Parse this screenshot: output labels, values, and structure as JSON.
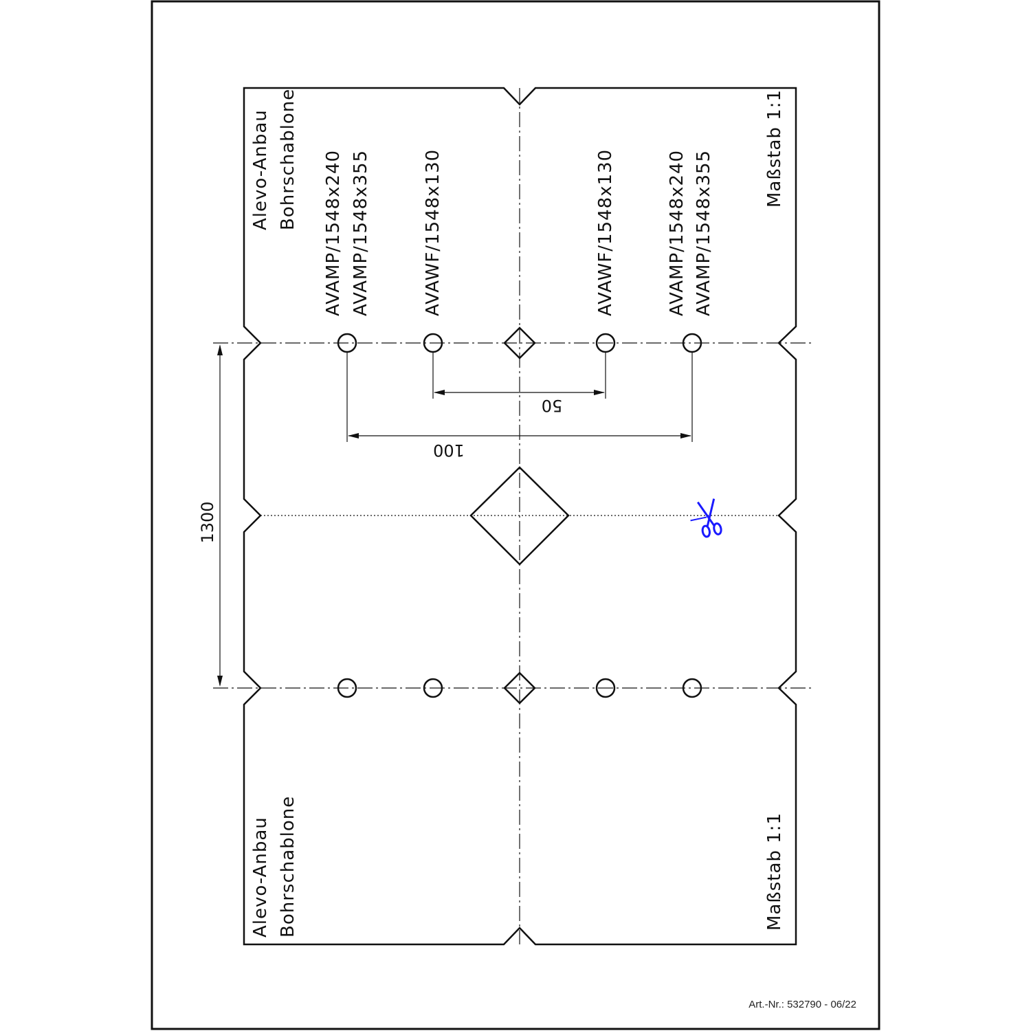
{
  "template": {
    "title_line1": "Alevo-Anbau",
    "title_line2": "Bohrschablone",
    "scale": "Maßstab 1:1",
    "models_left_outer": [
      "AVAMP/1548x240",
      "AVAMP/1548x355"
    ],
    "models_left_inner": "AVAWF/1548x130",
    "models_right_inner": "AVAWF/1548x130",
    "models_right_outer": [
      "AVAMP/1548x240",
      "AVAMP/1548x355"
    ]
  },
  "dimensions": {
    "vertical_spacing": "1300",
    "inner_spacing": "50",
    "outer_spacing": "100"
  },
  "footer": {
    "article_number": "Art.-Nr.: 532790 - 06/22"
  },
  "icons": {
    "cut_marker": "scissors-icon",
    "cut_marker_color": "#1a1aff"
  }
}
